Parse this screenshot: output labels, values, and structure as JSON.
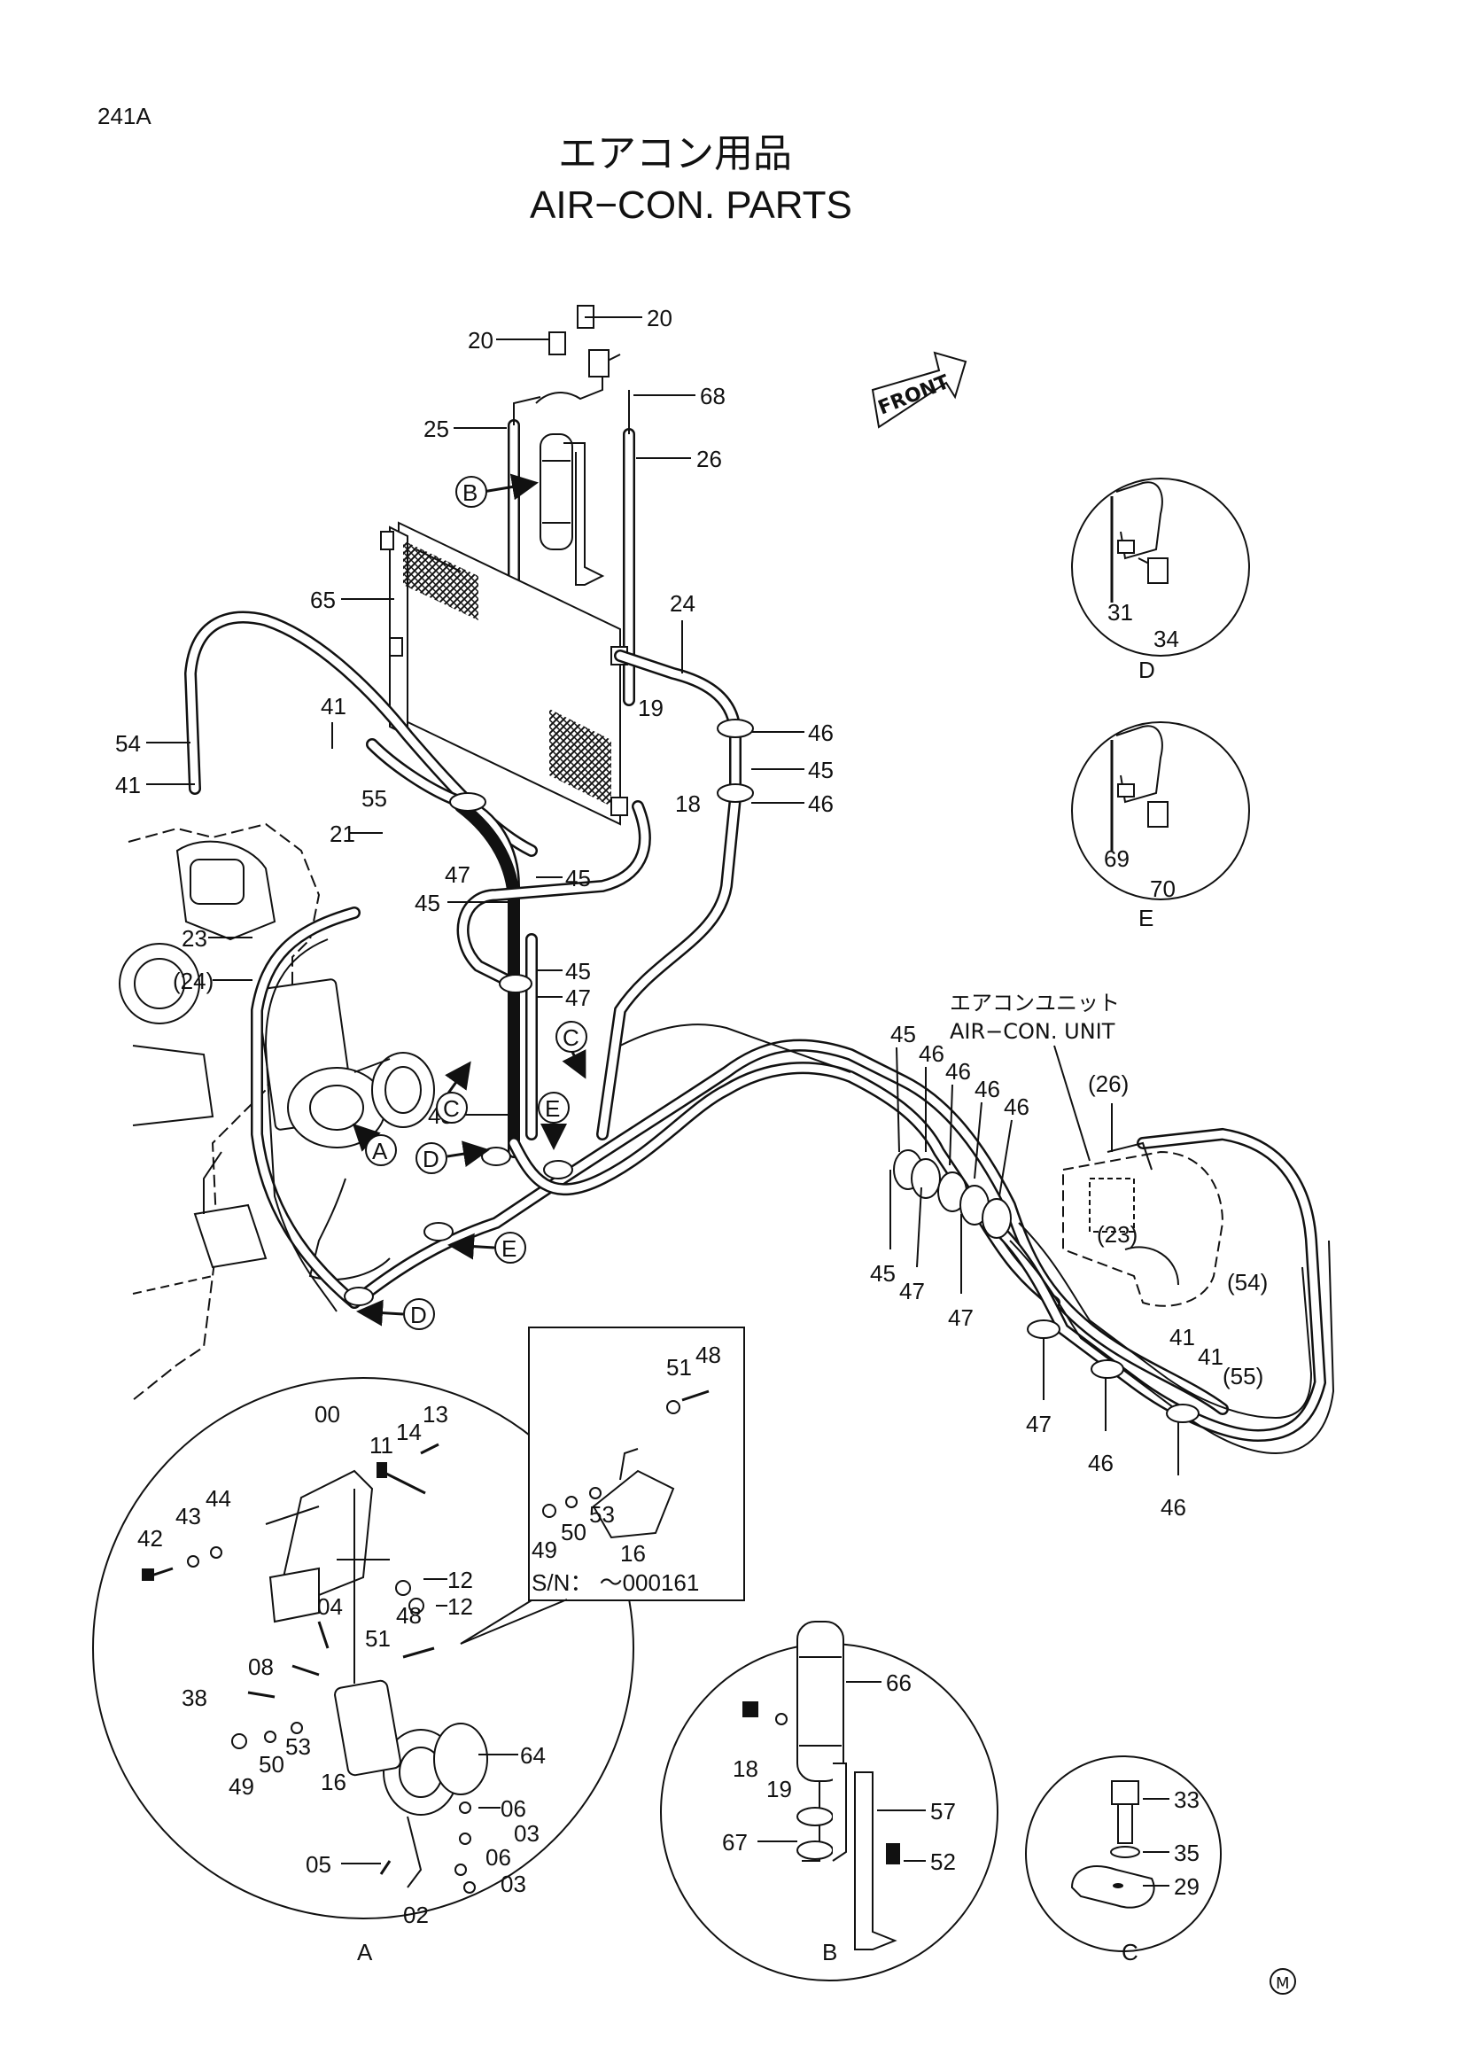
{
  "page_code": "241A",
  "title_jp": "エアコン用品",
  "title_en": "AIR−CON. PARTS",
  "front_label": "FRONT",
  "unit_label_jp": "エアコンユニット",
  "unit_label_en": "AIR−CON. UNIT",
  "sn_label": "S/N： ～000161",
  "footer_mark": "M",
  "detail_labels": [
    "A",
    "B",
    "C",
    "D",
    "E"
  ],
  "callouts": {
    "c20a": "20",
    "c20b": "20",
    "c68": "68",
    "c25": "25",
    "c26": "26",
    "c65": "65",
    "c24": "24",
    "c19": "19",
    "c18": "18",
    "c46a": "46",
    "c45a": "45",
    "c46b": "46",
    "c54": "54",
    "c41a": "41",
    "c41b": "41",
    "c55": "55",
    "c21": "21",
    "c47a": "47",
    "c45b": "45",
    "c45c": "45",
    "c23": "23",
    "c24p": "(24)",
    "c45d": "45",
    "c47b": "47",
    "c45e": "45",
    "u45": "45",
    "u46a": "46",
    "u46b": "46",
    "u46c": "46",
    "u46d": "46",
    "u45b": "45",
    "u47a": "47",
    "u47b": "47",
    "u26": "(26)",
    "u23": "(23)",
    "u54": "(54)",
    "u41a": "41",
    "u41b": "41",
    "u55": "(55)",
    "u47c": "47",
    "u46e": "46",
    "u46f": "46",
    "d31": "31",
    "d34": "34",
    "e69": "69",
    "e70": "70",
    "a00": "00",
    "a11": "11",
    "a14": "14",
    "a13": "13",
    "a42": "42",
    "a43": "43",
    "a44": "44",
    "a12a": "12",
    "a12b": "12",
    "a04": "04",
    "a51": "51",
    "a48": "48",
    "a08": "08",
    "a38": "38",
    "a49": "49",
    "a50": "50",
    "a53": "53",
    "a16": "16",
    "a64": "64",
    "a06a": "06",
    "a03a": "03",
    "a05": "05",
    "a06b": "06",
    "a03b": "03",
    "a02": "02",
    "s51": "51",
    "s48": "48",
    "s49": "49",
    "s50": "50",
    "s53": "53",
    "s16": "16",
    "b66": "66",
    "b18": "18",
    "b19": "19",
    "b57": "57",
    "b67": "67",
    "b52": "52",
    "c33": "33",
    "c35": "35",
    "c29": "29"
  }
}
